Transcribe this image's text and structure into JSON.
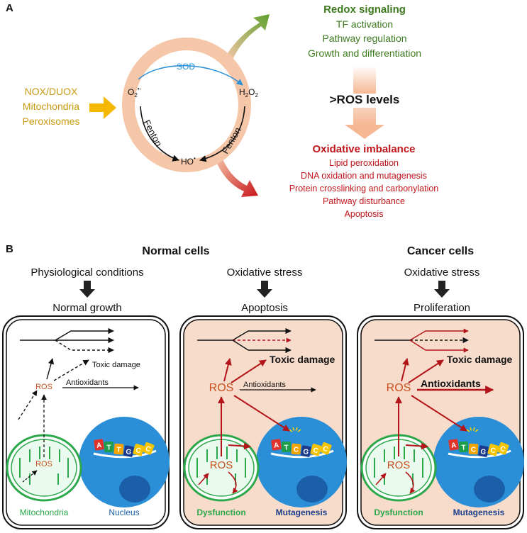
{
  "panel_a": {
    "letter": "A",
    "sources": [
      "NOX/DUOX",
      "Mitochondria",
      "Peroxisomes"
    ],
    "cycle": {
      "sod": "SOD",
      "superoxide": "O",
      "superoxide_sub": "2",
      "superoxide_sup": "•-",
      "peroxide": "H",
      "peroxide_sub1": "2",
      "peroxide_o": "O",
      "peroxide_sub2": "2",
      "hydroxyl": "HO",
      "hydroxyl_sup": "•",
      "fenton_left": "Fenton",
      "fenton_right": "Fenton"
    },
    "redox": {
      "title": "Redox signaling",
      "items": [
        "TF activation",
        "Pathway regulation",
        "Growth and differentiation"
      ]
    },
    "ros_levels": ">ROS levels",
    "imbalance": {
      "title": "Oxidative imbalance",
      "items": [
        "Lipid peroxidation",
        "DNA oxidation and mutagenesis",
        "Protein crosslinking and carbonylation",
        "Pathway disturbance",
        "Apoptosis"
      ]
    }
  },
  "panel_b": {
    "letter": "B",
    "normal_header": "Normal cells",
    "cancer_header": "Cancer cells",
    "cells": [
      {
        "condition": "Physiological conditions",
        "outcome": "Normal growth",
        "ros": "ROS",
        "mito_ros": "ROS",
        "toxic": "Toxic damage",
        "antioxidants": "Antioxidants",
        "mito_label": "Mitochondria",
        "nucleus_label": "Nucleus",
        "dna": [
          "A",
          "T",
          "T",
          "G",
          "C",
          "C"
        ]
      },
      {
        "condition": "Oxidative stress",
        "outcome": "Apoptosis",
        "ros": "ROS",
        "mito_ros": "ROS",
        "toxic": "Toxic damage",
        "antioxidants": "Antioxidants",
        "mito_label": "Dysfunction",
        "nucleus_label": "Mutagenesis",
        "dna": [
          "A",
          "T",
          "C",
          "G",
          "C",
          "C"
        ]
      },
      {
        "condition": "Oxidative stress",
        "outcome": "Proliferation",
        "ros": "ROS",
        "mito_ros": "ROS",
        "toxic": "Toxic damage",
        "antioxidants": "Antioxidants",
        "mito_label": "Dysfunction",
        "nucleus_label": "Mutagenesis",
        "dna": [
          "A",
          "T",
          "C",
          "G",
          "C",
          "C"
        ]
      }
    ]
  },
  "colors": {
    "gold": "#c89a12",
    "green": "#3d7a1e",
    "red": "#c0161c",
    "ros_orange": "#c8501e",
    "peach": "#f8dccb",
    "ring": "#f5c6a8",
    "blue": "#2a8fd6",
    "mito_green": "#2aa84a"
  }
}
